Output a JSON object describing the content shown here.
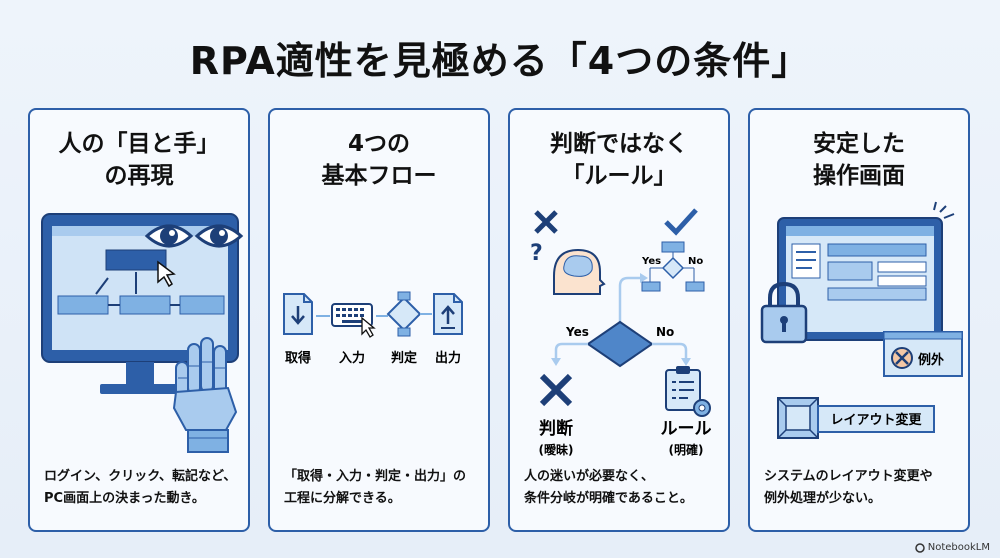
{
  "title": "RPA適性を見極める「4つの条件」",
  "cards": [
    {
      "title_lines": [
        "人の「目と手」",
        "の再現"
      ],
      "desc_lines": [
        "ログイン、クリック、転記など、",
        "PC画面上の決まった動き。"
      ]
    },
    {
      "title_lines": [
        "4つの",
        "基本フロー"
      ],
      "desc_lines": [
        "「取得・入力・判定・出力」の",
        "工程に分解できる。"
      ],
      "steps": [
        "取得",
        "入力",
        "判定",
        "出力"
      ]
    },
    {
      "title_lines": [
        "判断ではなく",
        "「ルール」"
      ],
      "desc_lines": [
        "人の迷いが必要なく、",
        "条件分岐が明確であること。"
      ],
      "yes_label": "Yes",
      "no_label": "No",
      "small_yes": "Yes",
      "small_no": "No",
      "judgment_label": "判断",
      "judgment_sub": "(曖昧)",
      "rule_label": "ルール",
      "rule_sub": "(明確)"
    },
    {
      "title_lines": [
        "安定した",
        "操作画面"
      ],
      "desc_lines": [
        "システムのレイアウト変更や",
        "例外処理が少ない。"
      ],
      "exception_label": "例外",
      "layout_change_label": "レイアウト変更"
    }
  ],
  "footer": "NotebookLM",
  "icons": [
    "monitor-icon",
    "eyes-icon",
    "robot-hand-icon",
    "download-doc-icon",
    "keyboard-icon",
    "flowchart-icon",
    "upload-doc-icon",
    "question-head-icon",
    "cross-icon",
    "check-icon",
    "clipboard-gear-icon",
    "lock-icon",
    "exception-icon",
    "layout-change-icon"
  ],
  "colors": {
    "primary": "#2d5fa8",
    "light": "#a9cbee",
    "pale": "#d6e8f8",
    "dark": "#1d3f78"
  }
}
